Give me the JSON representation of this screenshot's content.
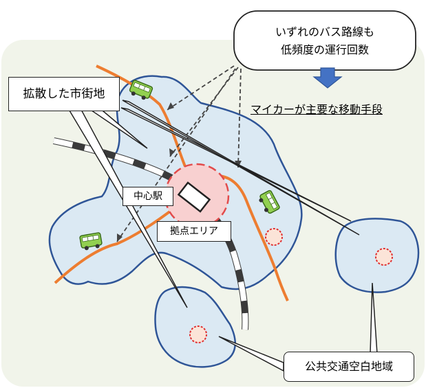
{
  "callouts": {
    "spread_city": "拡散した市街地",
    "central_station": "中心駅",
    "hub_area": "拠点エリア",
    "transit_blank": "公共交通空白地域",
    "bus_line1": "いずれのバス路線も",
    "bus_line2": "低頻度の運行回数",
    "car_main": "マイカーが主要な移動手段"
  },
  "icons": [
    "bus-icon",
    "down-arrow-icon",
    "station-icon",
    "hub-circle-icon",
    "settlement-dot-icon"
  ],
  "colors": {
    "urban_area_fill": "#dbe9f3",
    "urban_area_stroke": "#2f5597",
    "bus_route": "#ed7d31",
    "hub_fill": "#f8d0d0",
    "hub_stroke": "#e24b4b",
    "arrow": "#4472c4",
    "background": "#f1f4ea",
    "bus_body": "#92d050"
  }
}
